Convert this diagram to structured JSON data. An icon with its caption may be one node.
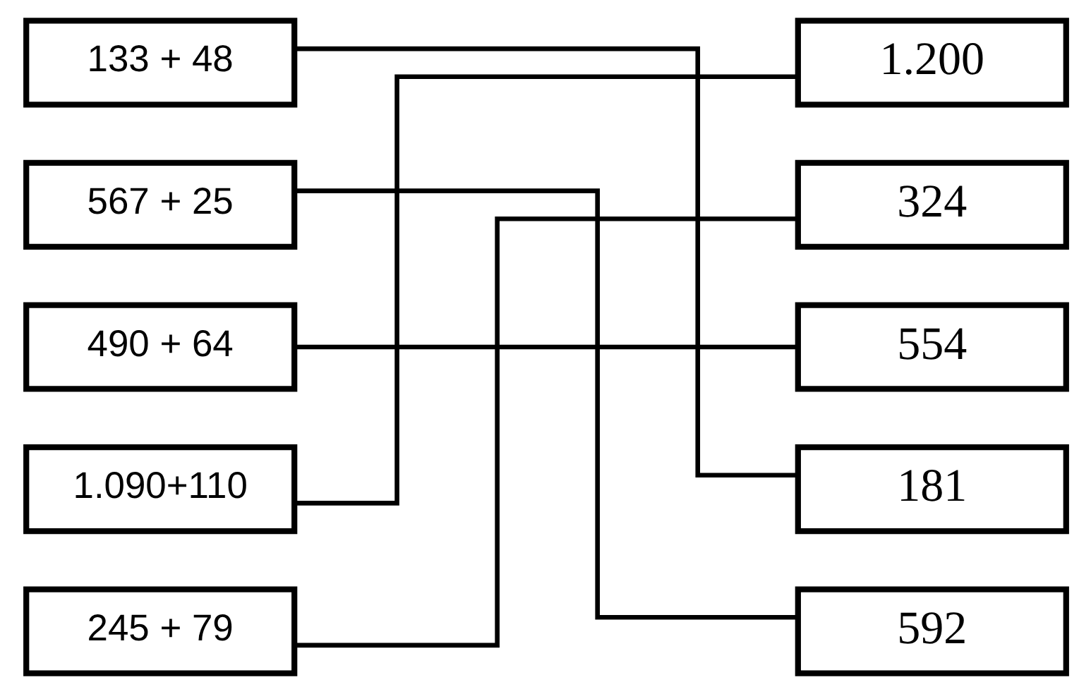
{
  "diagram": {
    "nodes": [
      {
        "text": [
          "133 + 48"
        ]
      },
      {
        "text": [
          "567 + 25"
        ]
      },
      {
        "text": [
          "490 + 64"
        ]
      },
      {
        "text": [
          "1.090+110"
        ]
      },
      {
        "text": [
          "245 + 79"
        ]
      },
      {
        "text": [
          "1.200"
        ]
      },
      {
        "text": [
          "324"
        ]
      },
      {
        "text": [
          "554"
        ]
      },
      {
        "text": [
          "181"
        ]
      },
      {
        "text": [
          "592"
        ]
      }
    ],
    "edges": [
      {
        "from": 0,
        "to": 8,
        "arrow": "none"
      },
      {
        "from": 1,
        "to": 9,
        "arrow": "none"
      },
      {
        "from": 2,
        "to": 7,
        "arrow": "none"
      },
      {
        "from": 3,
        "to": 5,
        "arrow": "none"
      },
      {
        "from": 4,
        "to": 6,
        "arrow": "none"
      }
    ]
  }
}
